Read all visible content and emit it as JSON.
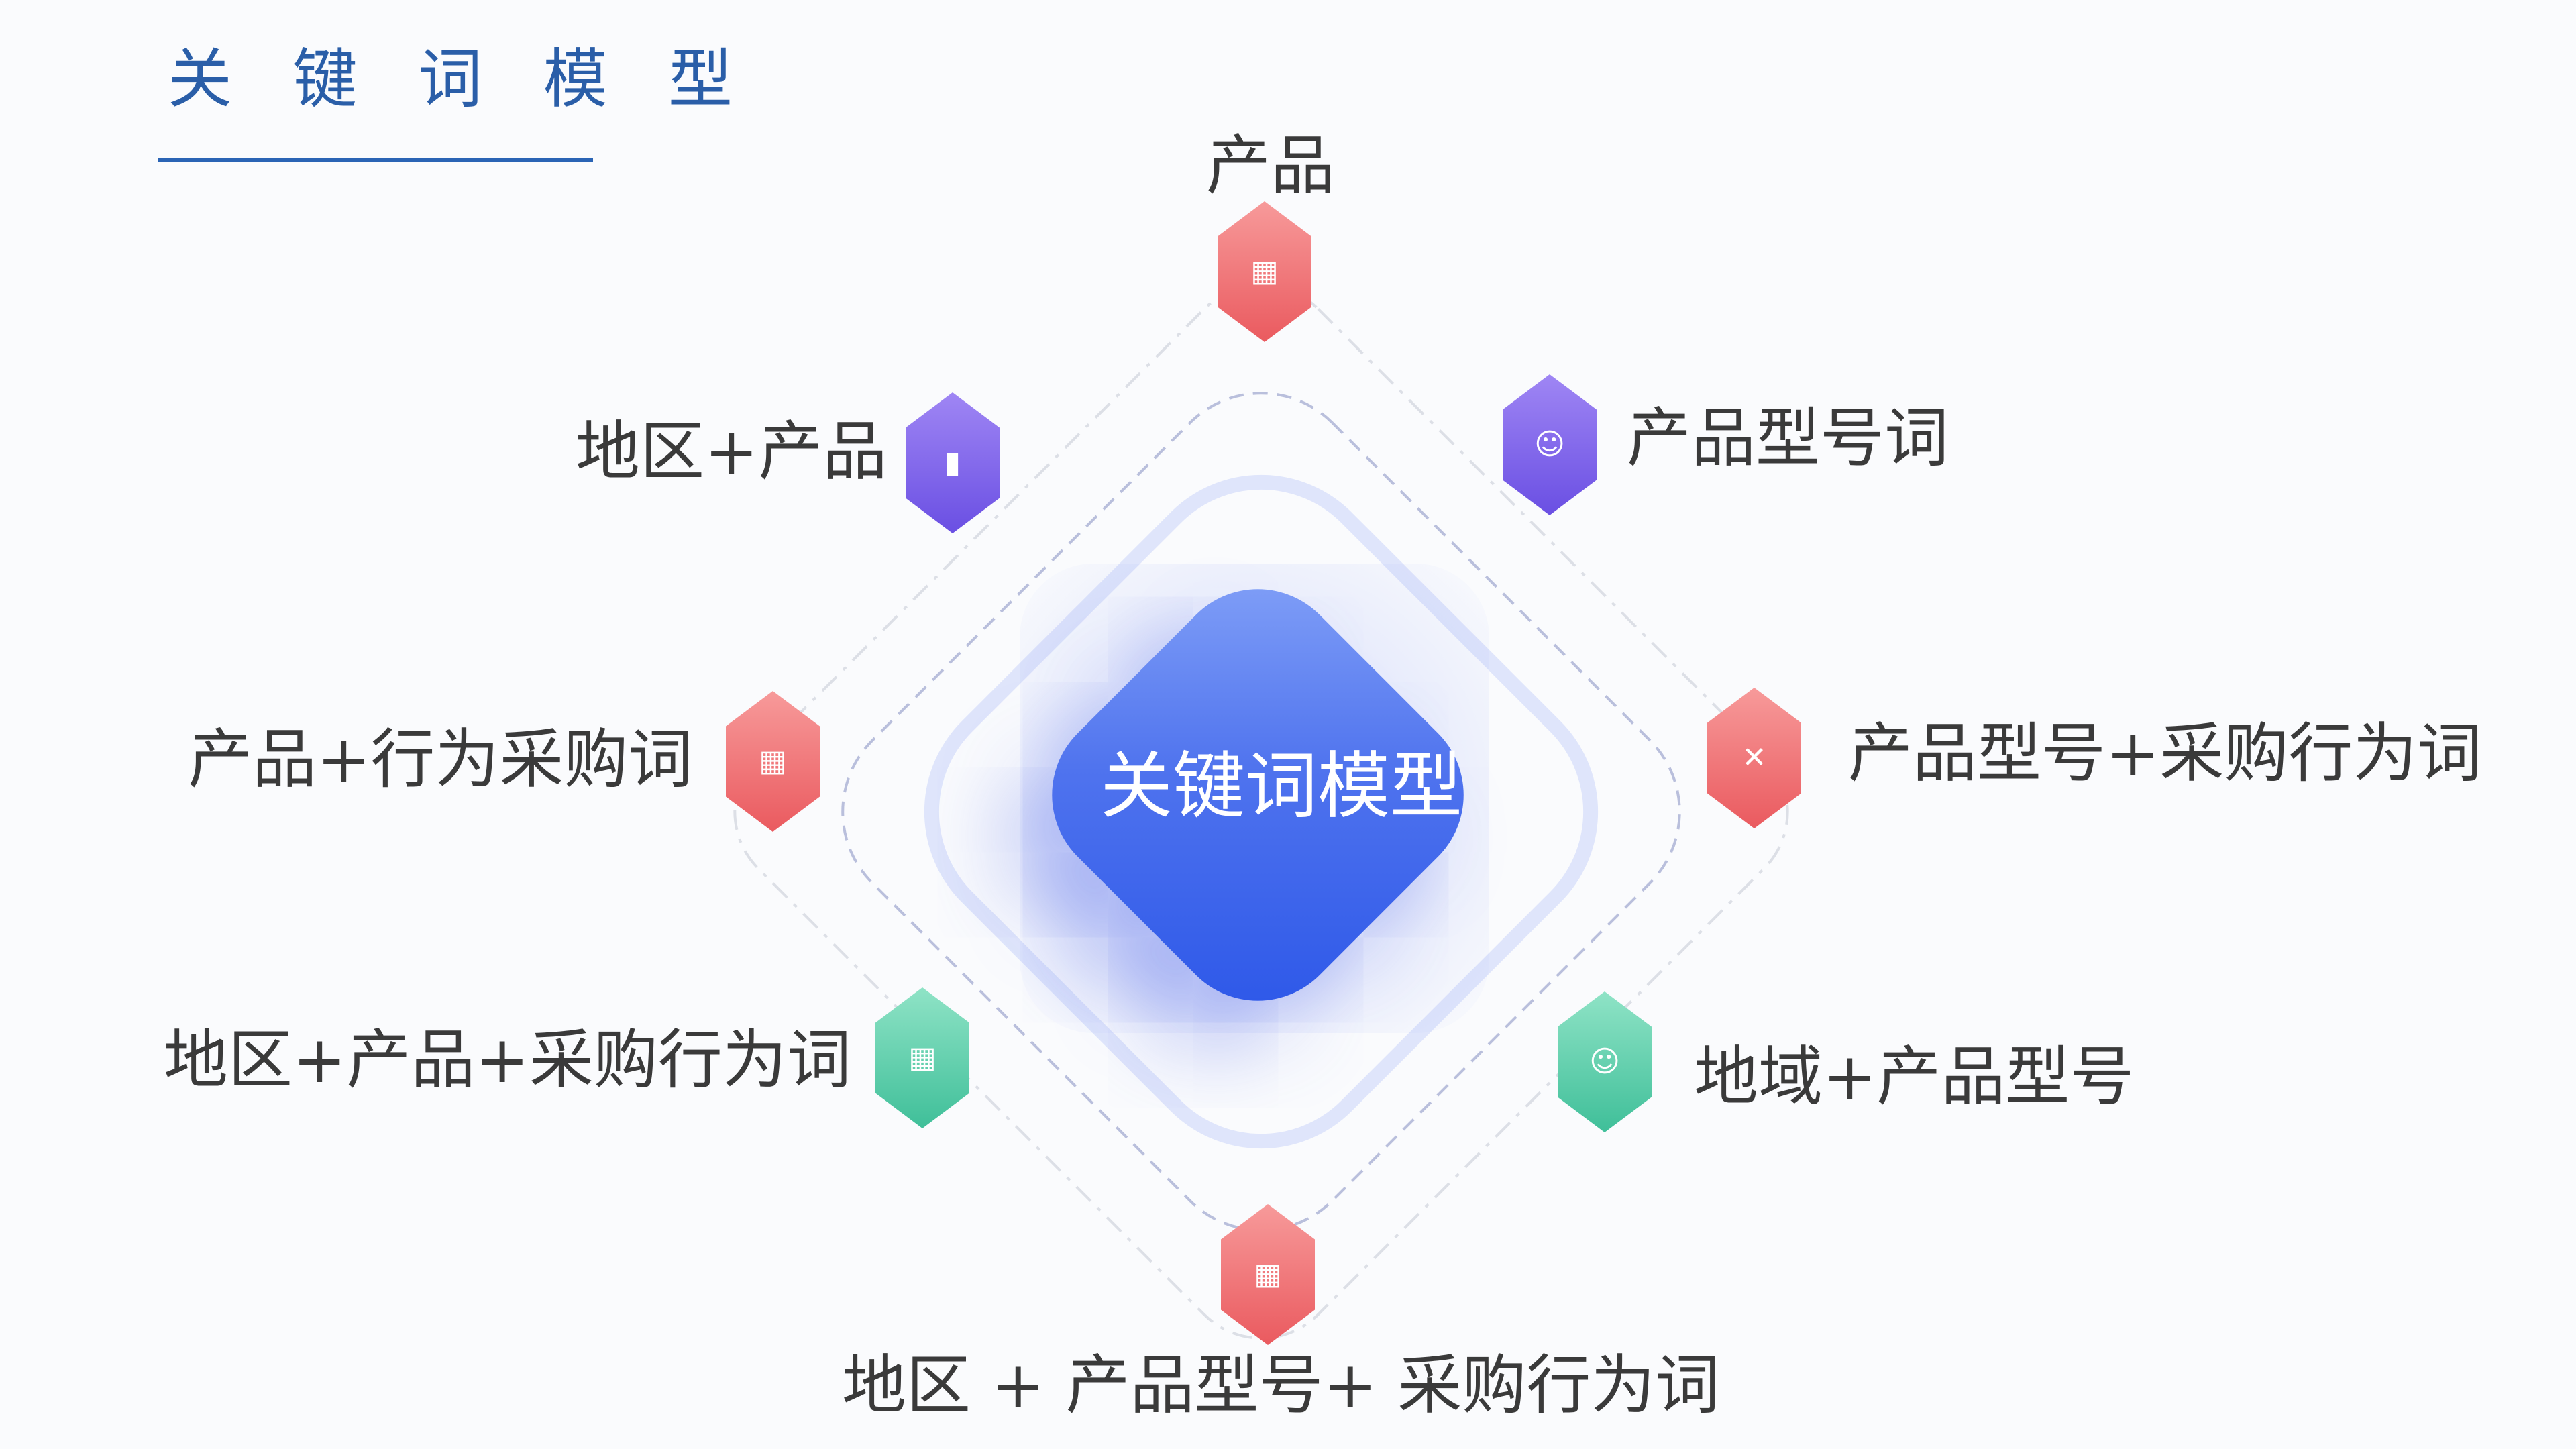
{
  "title": "关 键 词 模 型",
  "center": {
    "label": "关键词模型"
  },
  "colors": {
    "title": "#2a5ea8",
    "center_start": "#86a4f8",
    "center_end": "#2a55e8",
    "red_node": "#ea5a5f",
    "purple_node": "#6a4fe3",
    "green_node": "#3fbf99"
  },
  "nodes": [
    {
      "label": "产品",
      "color": "red",
      "icon": "building-icon"
    },
    {
      "label": "产品型号词",
      "color": "purple",
      "icon": "person-icon"
    },
    {
      "label": "产品型号+采购行为词",
      "color": "red",
      "icon": "checklist-icon"
    },
    {
      "label": "地域+产品型号",
      "color": "green",
      "icon": "person-icon"
    },
    {
      "label": "地区 + 产品型号+ 采购行为词",
      "color": "red",
      "icon": "building-icon"
    },
    {
      "label": "地区+产品+采购行为词",
      "color": "green",
      "icon": "building-icon"
    },
    {
      "label": "产品+行为采购词",
      "color": "red",
      "icon": "building-icon"
    },
    {
      "label": "地区+产品",
      "color": "purple",
      "icon": "document-icon"
    }
  ]
}
